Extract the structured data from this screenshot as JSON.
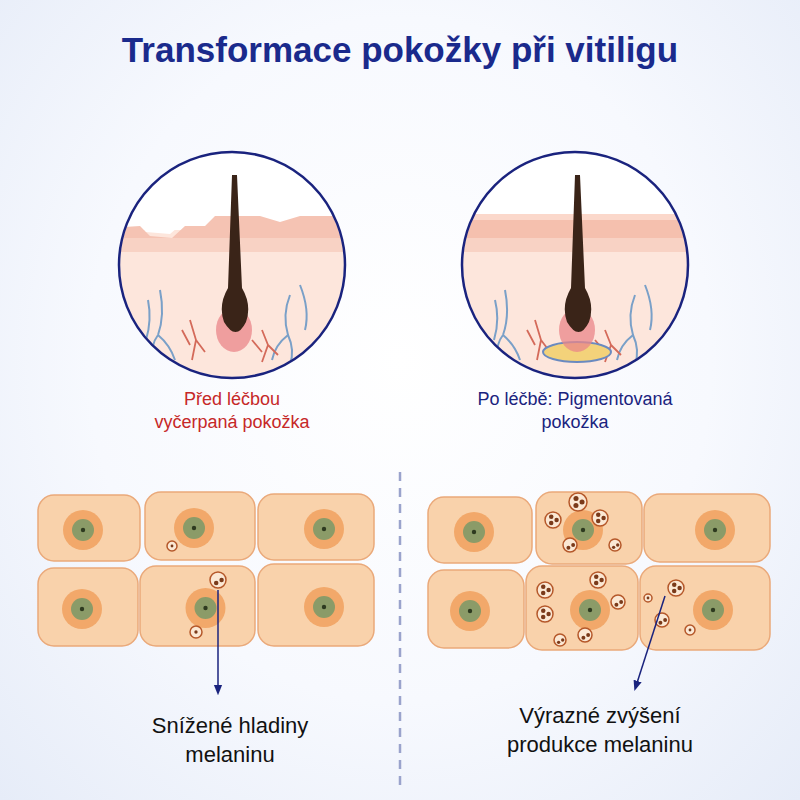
{
  "diagram": {
    "title": "Transformace pokožky při vitiligu",
    "labels": [
      "Před léčbou vyčerpaná pokožka",
      "Po léčbě: Pigmentovaná pokožka",
      "Snížené hladiny melaninu",
      "Výrazné zvýšení produkce melaninu"
    ]
  }
}
